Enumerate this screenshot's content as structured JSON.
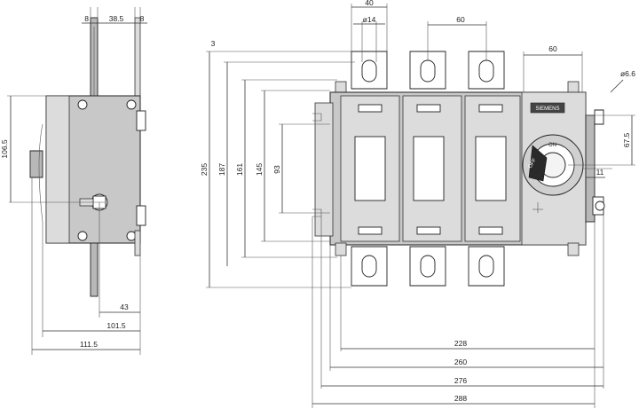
{
  "side_view": {
    "top_dims": [
      "8",
      "38.5",
      "8"
    ],
    "height_dim": "106.5",
    "bottom_dims": [
      "43",
      "101.5",
      "111.5"
    ]
  },
  "front_view": {
    "top_dims": [
      "40",
      "ø14",
      "60",
      "60"
    ],
    "left_dims": [
      "3",
      "235",
      "187",
      "161",
      "145",
      "93"
    ],
    "right_dims": [
      "ø6.6",
      "67.5",
      "11"
    ],
    "bottom_dims": [
      "228",
      "260",
      "276",
      "288"
    ],
    "handle_labels": [
      "OFF",
      "ON"
    ],
    "brand_label": "SIEMENS"
  }
}
